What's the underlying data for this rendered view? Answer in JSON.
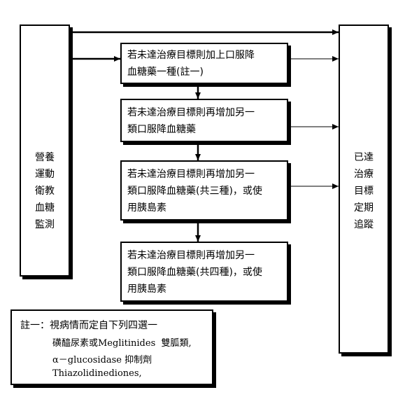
{
  "left_panel": {
    "lines": [
      "營養",
      "運動",
      "衛教",
      "血糖",
      "監測"
    ]
  },
  "right_panel": {
    "lines": [
      "已達",
      "治療",
      "目標",
      "定期",
      "追蹤"
    ]
  },
  "steps": [
    {
      "text": "若未達治療目標則加上口服降\n血糖藥一種(註一)"
    },
    {
      "text": "若未達治療目標則再增加另一\n類口服降血糖藥"
    },
    {
      "text": "若未達治療目標則再增加另一\n類口服降血糖藥(共三種)，或使\n用胰島素"
    },
    {
      "text": "若未達治療目標則再增加另一\n類口服降血糖藥(共四種)，或使\n用胰島素"
    }
  ],
  "note": {
    "lines": [
      "註一：視病情而定自下列四選一",
      "磺醯尿素或Meglitinides  雙胍類,",
      "α－glucosidase 抑制劑",
      "Thiazolidinediones,"
    ]
  }
}
